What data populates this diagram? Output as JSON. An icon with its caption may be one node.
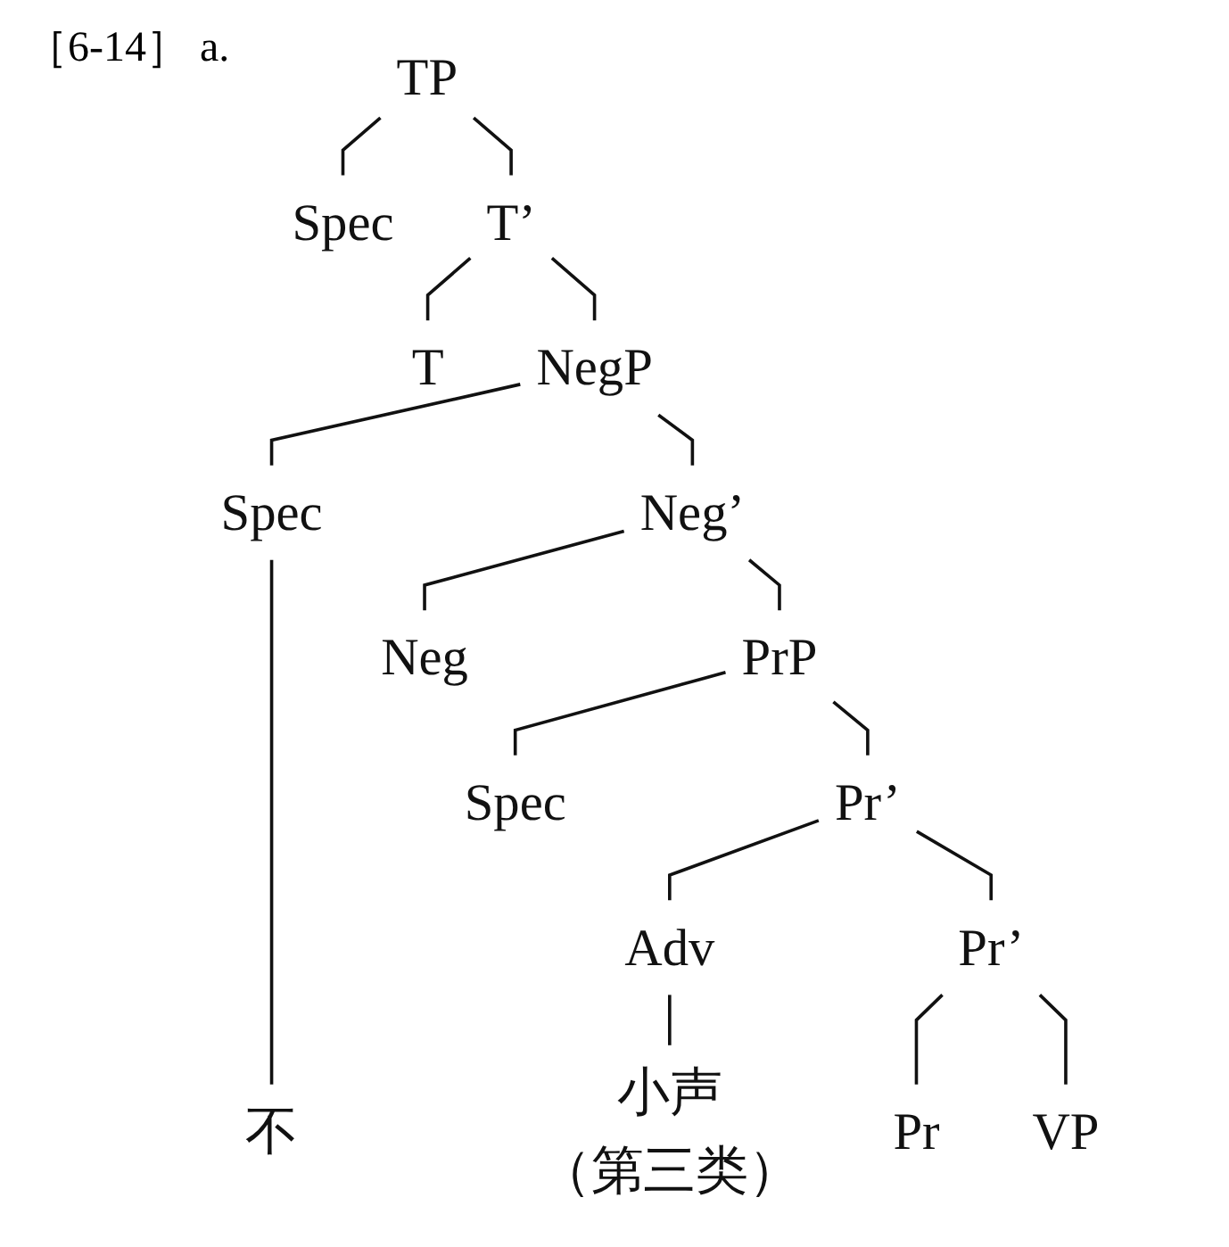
{
  "diagram": {
    "title": "［6-14］ a.",
    "nodes": [
      {
        "text": [
          "TP"
        ]
      },
      {
        "text": [
          "Spec"
        ]
      },
      {
        "text": [
          "T’"
        ]
      },
      {
        "text": [
          "T"
        ]
      },
      {
        "text": [
          "NegP"
        ]
      },
      {
        "text": [
          "Spec"
        ]
      },
      {
        "text": [
          "Neg’"
        ]
      },
      {
        "text": [
          "Neg"
        ]
      },
      {
        "text": [
          "PrP"
        ]
      },
      {
        "text": [
          "Spec"
        ]
      },
      {
        "text": [
          "Pr’"
        ]
      },
      {
        "text": [
          "Adv"
        ]
      },
      {
        "text": [
          "Pr’"
        ]
      },
      {
        "text": [
          "Pr"
        ]
      },
      {
        "text": [
          "VP"
        ]
      },
      {
        "text": [
          "不"
        ]
      },
      {
        "text": [
          "小声",
          "（第三类）"
        ]
      }
    ],
    "edges": [
      {
        "from": 0,
        "to": 1,
        "arrow": "none"
      },
      {
        "from": 0,
        "to": 2,
        "arrow": "none"
      },
      {
        "from": 2,
        "to": 3,
        "arrow": "none"
      },
      {
        "from": 2,
        "to": 4,
        "arrow": "none"
      },
      {
        "from": 4,
        "to": 5,
        "arrow": "none"
      },
      {
        "from": 4,
        "to": 6,
        "arrow": "none"
      },
      {
        "from": 6,
        "to": 7,
        "arrow": "none"
      },
      {
        "from": 6,
        "to": 8,
        "arrow": "none"
      },
      {
        "from": 8,
        "to": 9,
        "arrow": "none"
      },
      {
        "from": 8,
        "to": 10,
        "arrow": "none"
      },
      {
        "from": 10,
        "to": 11,
        "arrow": "none"
      },
      {
        "from": 10,
        "to": 12,
        "arrow": "none"
      },
      {
        "from": 12,
        "to": 13,
        "arrow": "none"
      },
      {
        "from": 12,
        "to": 14,
        "arrow": "none"
      },
      {
        "from": 5,
        "to": 15,
        "arrow": "none"
      },
      {
        "from": 11,
        "to": 16,
        "arrow": "none"
      }
    ]
  }
}
